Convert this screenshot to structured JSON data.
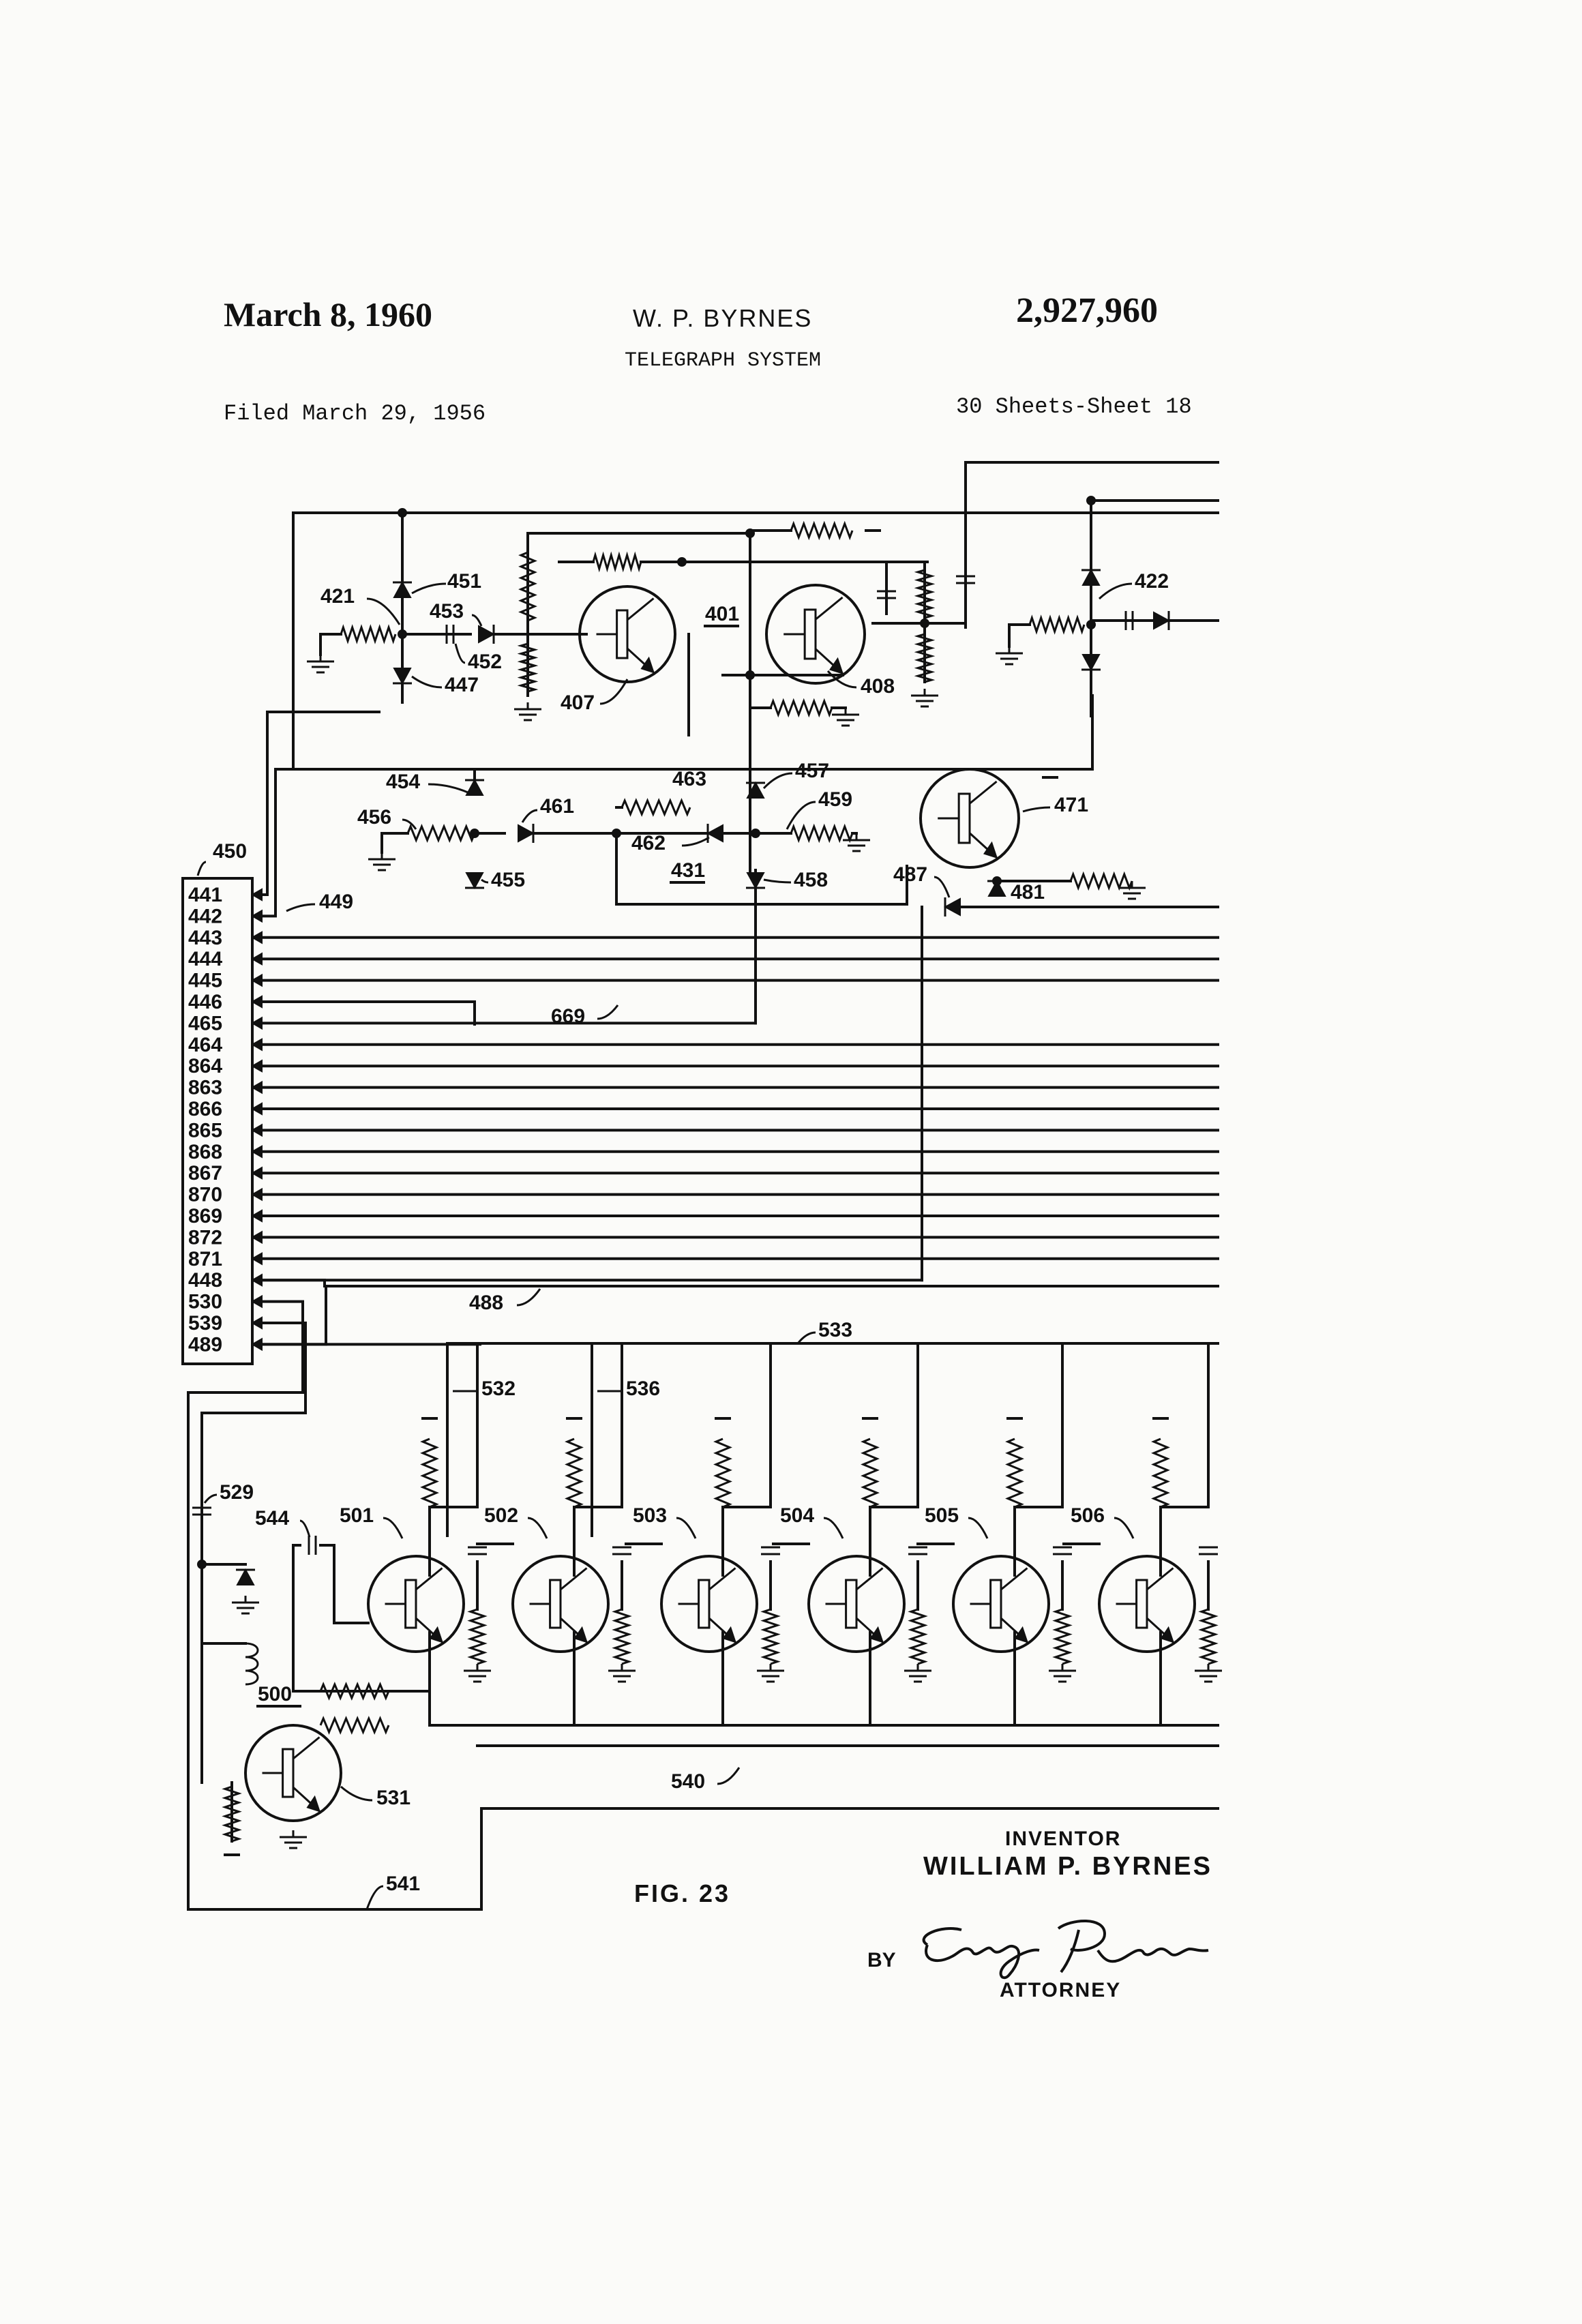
{
  "header": {
    "date": "March 8, 1960",
    "inventor_name": "W. P. BYRNES",
    "title": "TELEGRAPH SYSTEM",
    "patent_number": "2,927,960",
    "filed": "Filed March 29, 1956",
    "sheets": "30 Sheets-Sheet 18"
  },
  "figure": {
    "label": "FIG. 23"
  },
  "terminal_block": {
    "ref": "450",
    "terminals": [
      "441",
      "442",
      "443",
      "444",
      "445",
      "446",
      "465",
      "464",
      "864",
      "863",
      "866",
      "865",
      "868",
      "867",
      "870",
      "869",
      "872",
      "871",
      "448",
      "530",
      "539",
      "489"
    ]
  },
  "components": {
    "top": [
      "421",
      "451",
      "453",
      "452",
      "447",
      "407",
      "401",
      "408",
      "422",
      "454",
      "456",
      "461",
      "463",
      "462",
      "431",
      "457",
      "459",
      "458",
      "455",
      "471",
      "487",
      "481",
      "449",
      "669",
      "488"
    ],
    "bottom": [
      "533",
      "532",
      "536",
      "529",
      "544",
      "501",
      "502",
      "503",
      "504",
      "505",
      "506",
      "500",
      "531",
      "540",
      "541"
    ]
  },
  "signature": {
    "inventor_heading": "INVENTOR",
    "inventor_full": "WILLIAM P. BYRNES",
    "by": "BY",
    "attorney_signature": "Emery Robinson",
    "attorney_label": "ATTORNEY"
  }
}
